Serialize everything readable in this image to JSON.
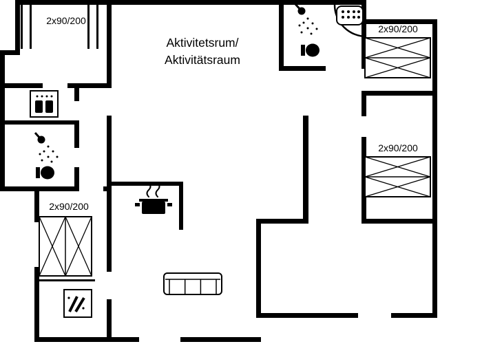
{
  "floorplan": {
    "background_color": "#ffffff",
    "wall_color": "#000000",
    "activity_room": {
      "label_line1": "Aktivitetsrum/",
      "label_line2": "Aktivitätsraum"
    },
    "bed_labels": {
      "bedroom_top_left": "2x90/200",
      "bedroom_top_right": "2x90/200",
      "bedroom_mid_right": "2x90/200",
      "bedroom_bottom_left": "2x90/200"
    },
    "icons": {
      "bathroom_top": [
        "shower-icon",
        "toilet-icon",
        "whirlpool-icon"
      ],
      "utility_room": [
        "washing-machine-icon"
      ],
      "bathroom_left": [
        "shower-icon",
        "toilet-icon"
      ],
      "kitchen": [
        "pot-on-stove-icon"
      ],
      "living_room": [
        "sofa-icon"
      ],
      "bedroom_bottom_left": [
        "wood-stove-icon"
      ]
    }
  }
}
